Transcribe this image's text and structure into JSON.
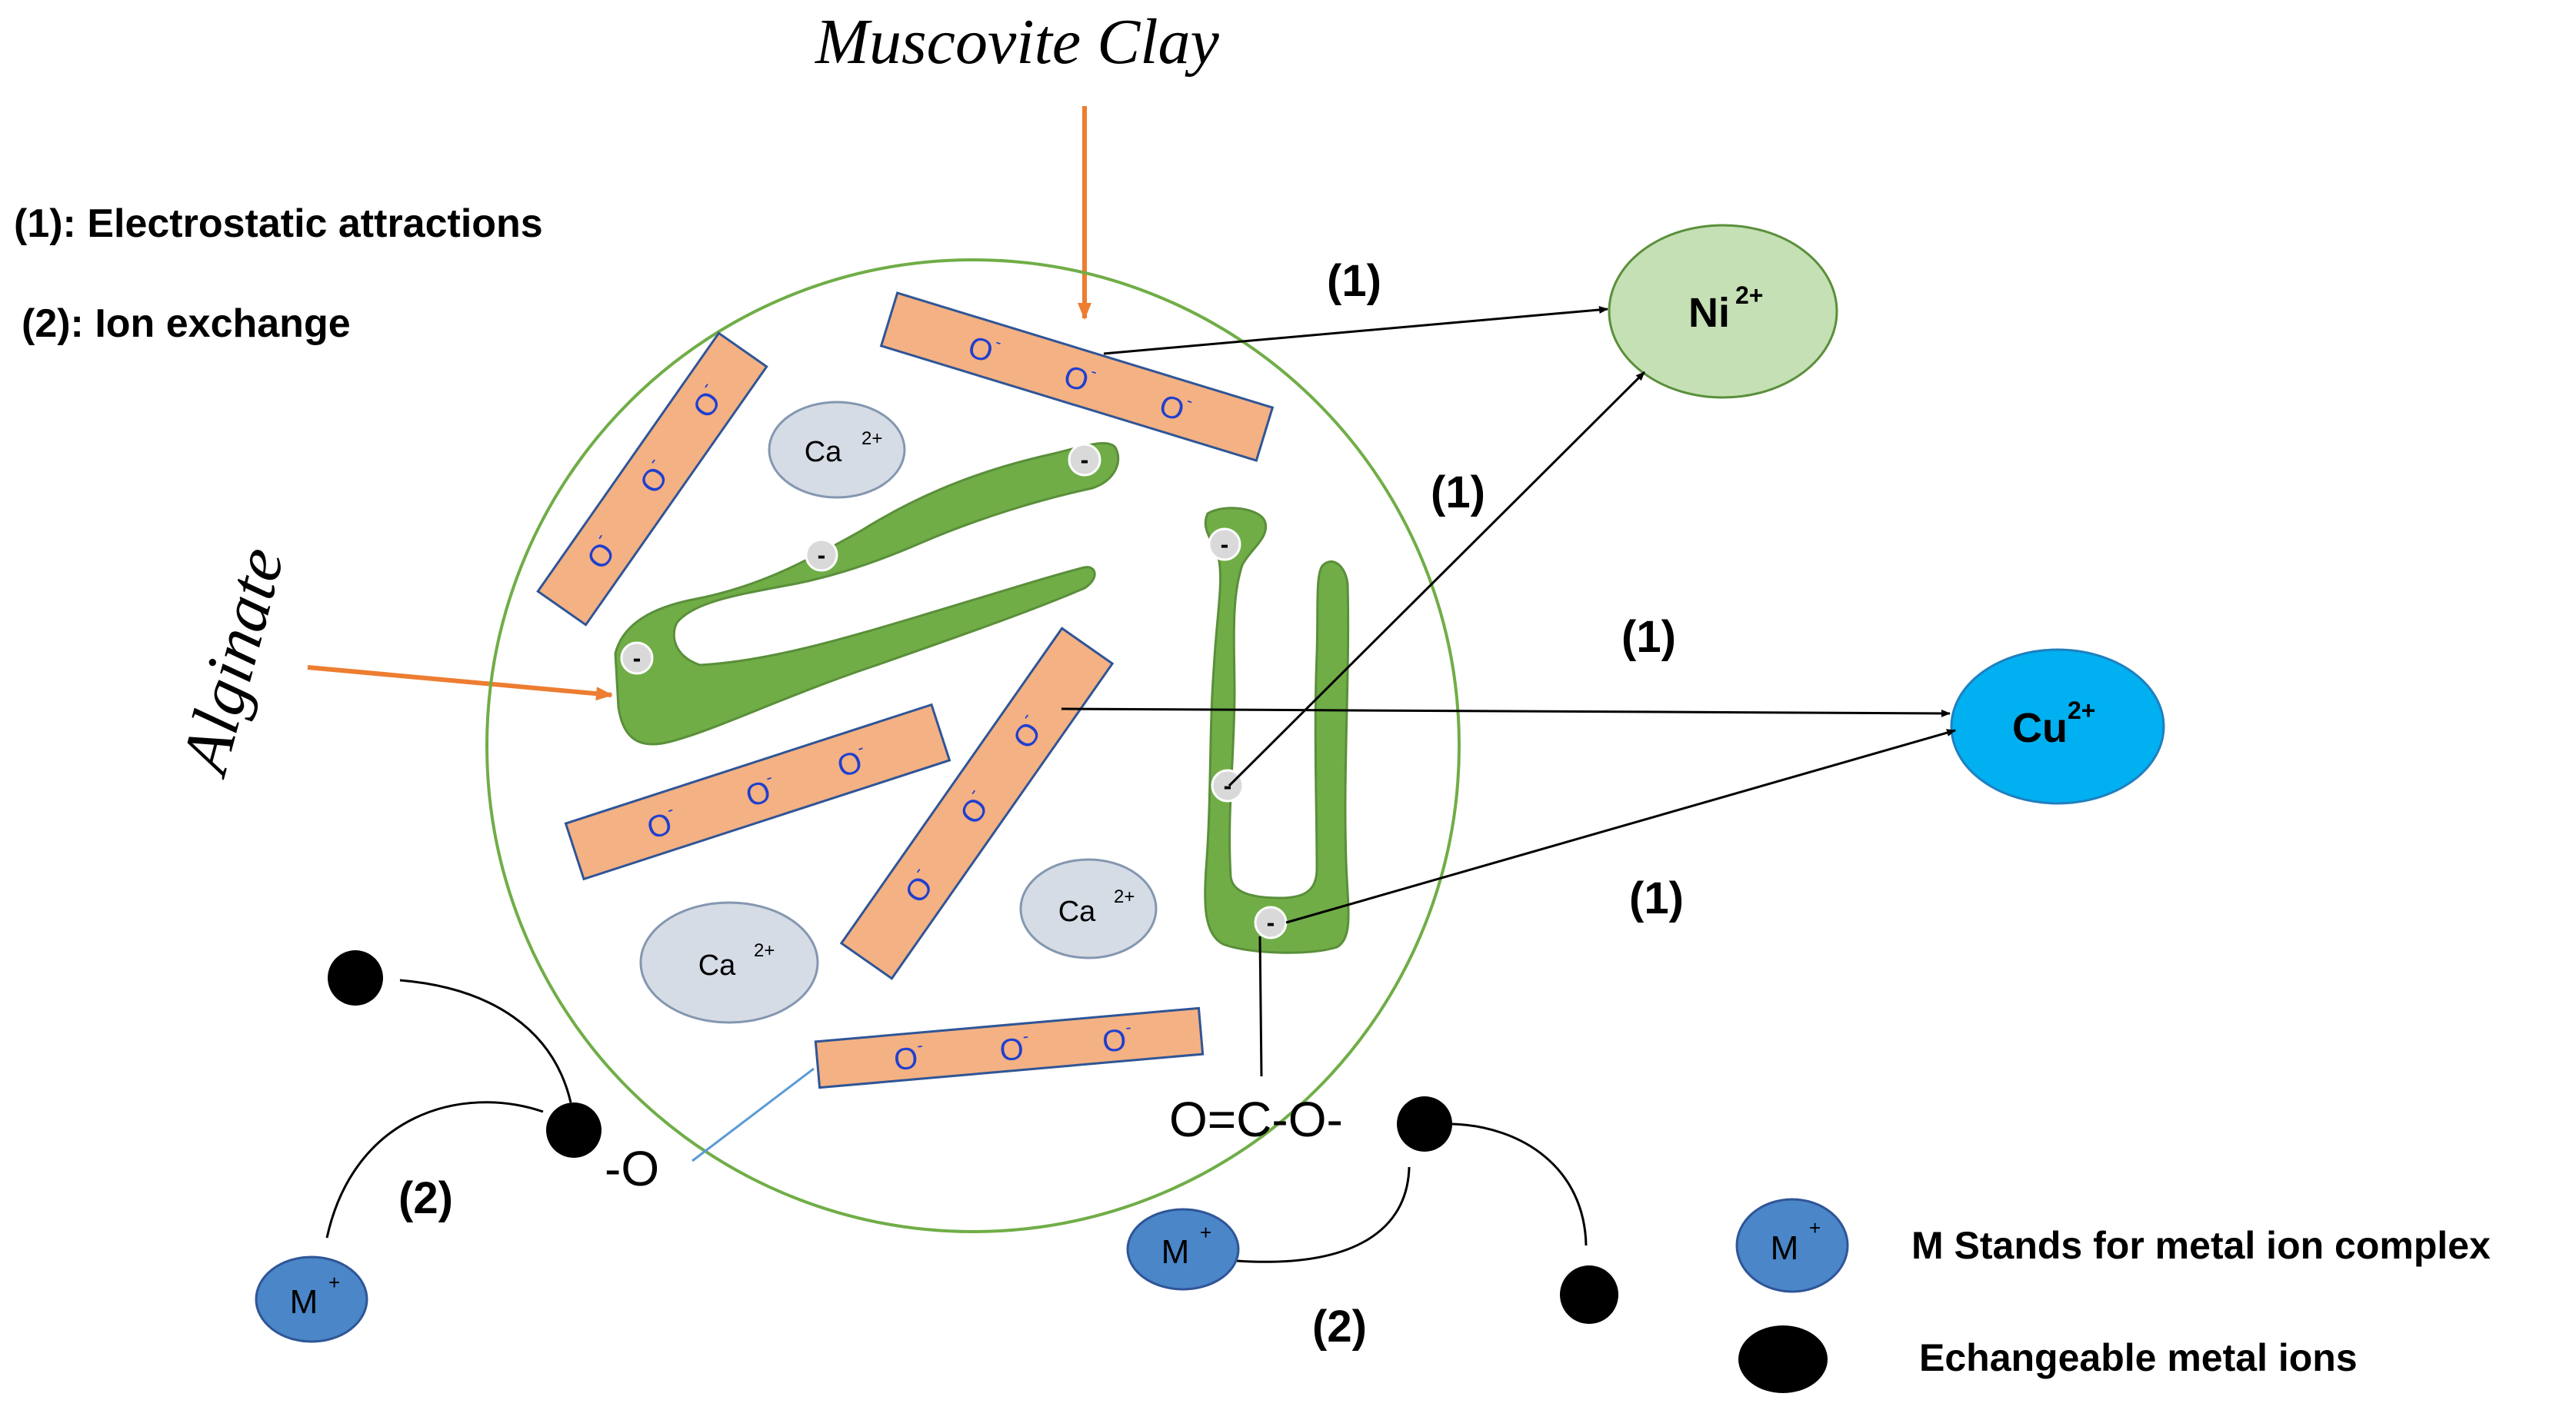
{
  "title": "Muscovite Clay",
  "side_label": "Alginate",
  "legend_top": {
    "item1": "(1): Electrostatic attractions",
    "item2": "(2): Ion exchange"
  },
  "ions": {
    "ni": "Ni",
    "ni_charge": "2+",
    "cu": "Cu",
    "cu_charge": "2+",
    "ca": "Ca",
    "ca_charge": "2+",
    "m": "M",
    "m_charge": "+"
  },
  "oxygen": {
    "symbol": "O",
    "charge": "-"
  },
  "minus_sign": "-",
  "interaction_labels": {
    "one": "(1)",
    "two": "(2)"
  },
  "carboxyl": "O=C-O-",
  "oxide": "-O",
  "legend_bottom": {
    "metal_complex": "M Stands for metal ion complex",
    "exchangeable": "Echangeable metal ions"
  },
  "colors": {
    "clay_fill": "#f4b183",
    "clay_stroke": "#2f5597",
    "alginate": "#70ad47",
    "ni_fill": "#c5e0b4",
    "cu_fill": "#00b0f0",
    "ca_fill": "#d6dce5",
    "m_fill": "#4a86c8",
    "arrow_orange": "#ed7d31",
    "oxygen_text": "#1f3fcf",
    "circle_stroke": "#70ad47"
  }
}
